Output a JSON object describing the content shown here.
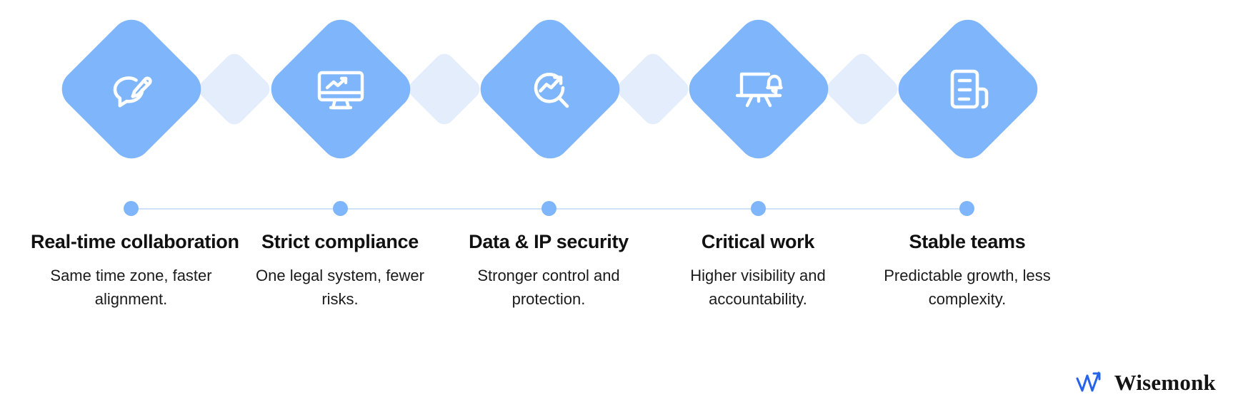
{
  "theme": {
    "background": "#ffffff",
    "diamond_color": "#7FB5FA",
    "diamond_muted_color": "#E3EDFC",
    "timeline_line_color": "#CFE2F8",
    "timeline_dot_color": "#7FB5FA",
    "title_color": "#111111",
    "text_color": "#1b1b1b",
    "logo_mark_color": "#2563EB"
  },
  "steps": [
    {
      "icon": "chat-edit-icon",
      "title": "Real-time collaboration",
      "description": "Same time zone, faster alignment."
    },
    {
      "icon": "monitor-growth-chart-icon",
      "title": "Strict compliance",
      "description": "One legal system, fewer risks."
    },
    {
      "icon": "magnifier-trend-icon",
      "title": "Data & IP security",
      "description": "Stronger control and protection."
    },
    {
      "icon": "presentation-board-bell-icon",
      "title": "Critical work",
      "description": "Higher visibility and accountability."
    },
    {
      "icon": "document-scroll-icon",
      "title": "Stable teams",
      "description": "Predictable growth, less complexity."
    }
  ],
  "connectors": [
    {
      "name": "spacer-diamond-1"
    },
    {
      "name": "spacer-diamond-2"
    },
    {
      "name": "spacer-diamond-3"
    },
    {
      "name": "spacer-diamond-4"
    }
  ],
  "logo": {
    "mark": "wisemonk-arrow-mark",
    "text": "Wisemonk"
  }
}
